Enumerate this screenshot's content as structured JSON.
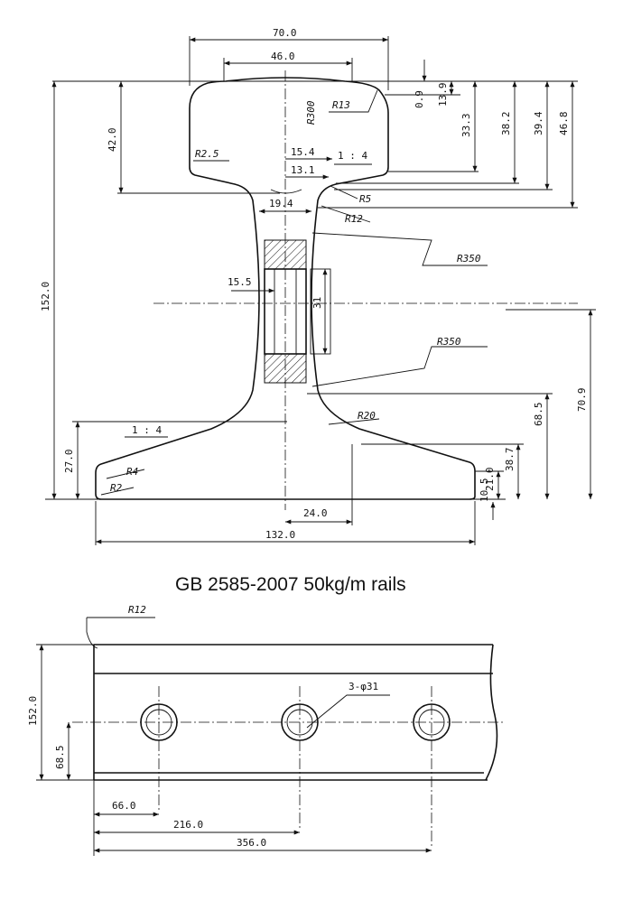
{
  "title": "GB 2585-2007 50kg/m rails",
  "cross_section": {
    "dims": {
      "head_width": "70.0",
      "head_top_width": "46.0",
      "d_0_9": "0.9",
      "d_13_9": "13.9",
      "d_33_3": "33.3",
      "d_38_2": "38.2",
      "d_39_4": "39.4",
      "d_46_8": "46.8",
      "head_height": "42.0",
      "d_15_4": "15.4",
      "d_13_1": "13.1",
      "web_width": "19.4",
      "d_15_5": "15.5",
      "hole": "31",
      "height": "152.0",
      "d_68_5": "68.5",
      "d_70_9": "70.9",
      "d_38_7": "38.7",
      "d_21_0": "21.0",
      "d_10_5": "10.5",
      "foot_height": "27.0",
      "d_24_0": "24.0",
      "base_width": "132.0"
    },
    "labels": {
      "r300": "R300",
      "r13": "R13",
      "r2_5": "R2.5",
      "slope_head": "1 : 4",
      "r5": "R5",
      "r12": "R12",
      "r350_top": "R350",
      "r350_bottom": "R350",
      "r20": "R20",
      "slope_foot": "1 : 4",
      "r4": "R4",
      "r2": "R2"
    }
  },
  "side_view": {
    "dims": {
      "height": "152.0",
      "d_68_5": "68.5",
      "d_66_0": "66.0",
      "d_216_0": "216.0",
      "d_356_0": "356.0"
    },
    "labels": {
      "r12": "R12",
      "holes": "3-φ31"
    }
  }
}
